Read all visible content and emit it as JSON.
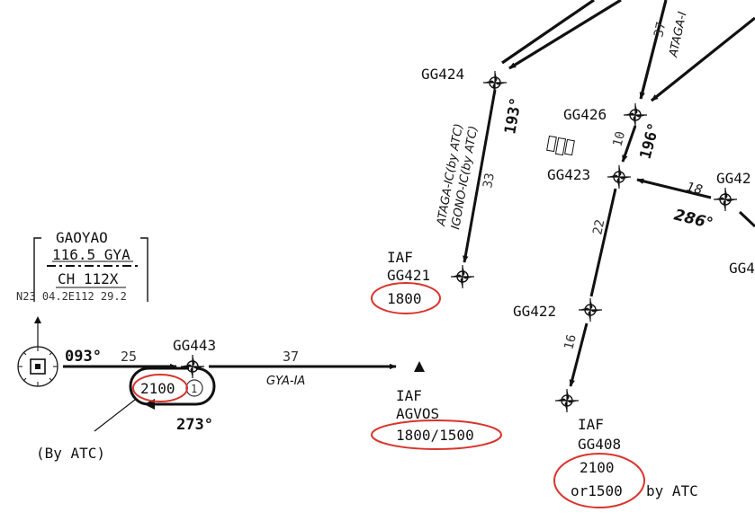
{
  "navaid": {
    "name": "GAOYAO",
    "frequency_ident": "116.5  GYA",
    "channel": "CH  112X",
    "coordinates": "N23  04.2E112  29.2"
  },
  "waypoints": {
    "gg424": "GG424",
    "gg426": "GG426",
    "gg423": "GG423",
    "gg42x": "GG42",
    "gg4x": "GG4",
    "gg421": "GG421",
    "gg422": "GG422",
    "gg443": "GG443",
    "agvos": "AGVOS",
    "gg408": "GG408"
  },
  "iaf_label": "IAF",
  "altitudes": {
    "gg421": "1800",
    "gg443": "2100",
    "agvos": "1800/1500",
    "gg408_line1": "2100",
    "gg408_line2": "or1500",
    "gg408_note": "by ATC"
  },
  "holding": {
    "outbound_course": "273°",
    "number": "1",
    "note": "(By ATC)"
  },
  "legs": {
    "gya_course": "093°",
    "gya_dist": "25",
    "gya_ia_dist": "37",
    "gya_ia_name": "GYA-IA",
    "ataga_top_dist": "37",
    "ataga_top_name": "ATAGA-I",
    "gg424_course": "193°",
    "gg424_dist": "33",
    "gg424_route1": "ATAGA-IC(by ATC)",
    "gg424_route2": "IGONO-IC(by ATC)",
    "gg426_course": "196°",
    "gg426_dist": "10",
    "east_dist": "18",
    "east_course": "286°",
    "gg423_dist": "22",
    "gg422_dist": "16"
  },
  "colors": {
    "highlight": "#d9332b",
    "ink": "#111111"
  }
}
